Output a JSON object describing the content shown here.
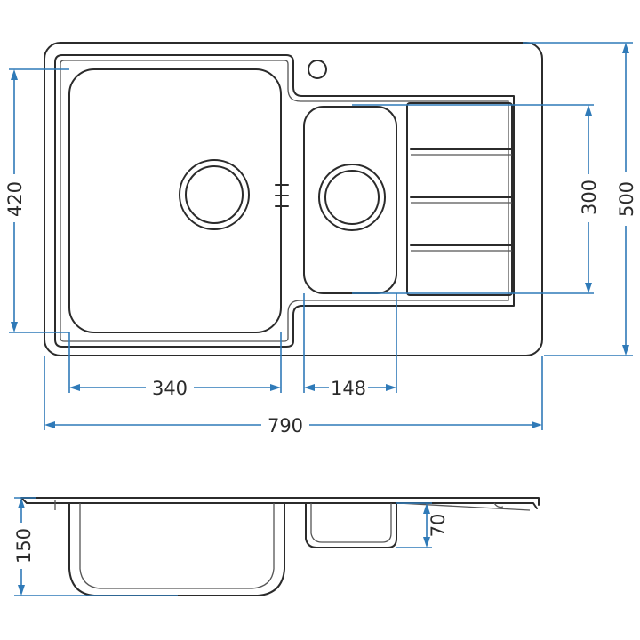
{
  "diagram": {
    "top_view": {
      "dimensions": {
        "overall_width": "790",
        "overall_depth": "500",
        "main_bowl_width": "340",
        "main_bowl_depth": "420",
        "small_bowl_width": "148",
        "small_bowl_depth": "300"
      }
    },
    "side_view": {
      "dimensions": {
        "main_bowl_height": "150",
        "small_bowl_height": "70"
      }
    },
    "colors": {
      "dimension_line": "#2f7ab8",
      "outline": "#2b2b2b"
    }
  }
}
